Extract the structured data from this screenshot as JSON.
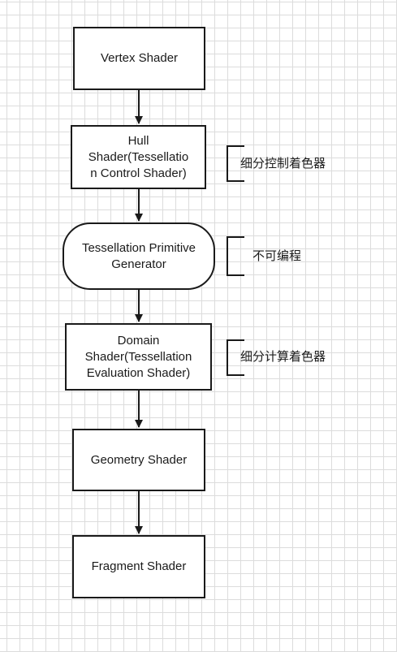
{
  "diagram": {
    "nodes": [
      {
        "id": "vertex",
        "label": "Vertex Shader"
      },
      {
        "id": "hull",
        "label": "Hull\nShader(Tessellatio\nn Control Shader)"
      },
      {
        "id": "tpg",
        "label": "Tessellation Primitive\nGenerator"
      },
      {
        "id": "domain",
        "label": "Domain\nShader(Tessellation\nEvaluation Shader)"
      },
      {
        "id": "geometry",
        "label": "Geometry Shader"
      },
      {
        "id": "fragment",
        "label": "Fragment Shader"
      }
    ],
    "annotations": [
      {
        "target": "hull",
        "text": "细分控制着色器"
      },
      {
        "target": "tpg",
        "text": "不可编程"
      },
      {
        "target": "domain",
        "text": "细分计算着色器"
      }
    ],
    "edges": [
      {
        "from": "vertex",
        "to": "hull"
      },
      {
        "from": "hull",
        "to": "tpg"
      },
      {
        "from": "tpg",
        "to": "domain"
      },
      {
        "from": "domain",
        "to": "geometry"
      },
      {
        "from": "geometry",
        "to": "fragment"
      }
    ]
  }
}
